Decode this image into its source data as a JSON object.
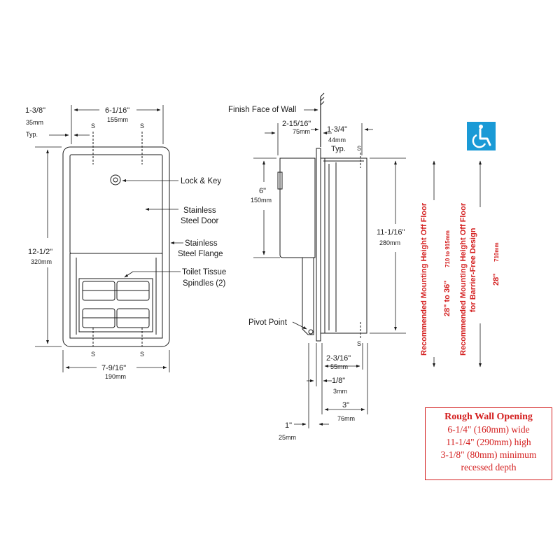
{
  "front": {
    "flange_offset": "1-3/8\"",
    "flange_offset_mm": "35mm",
    "typ": "Typ.",
    "top_width": "6-1/16\"",
    "top_width_mm": "155mm",
    "height": "12-1/2\"",
    "height_mm": "320mm",
    "bottom_width": "7-9/16\"",
    "bottom_width_mm": "190mm",
    "screw": "S"
  },
  "callouts": {
    "lock": "Lock & Key",
    "door_1": "Stainless",
    "door_2": "Steel Door",
    "flange_1": "Stainless",
    "flange_2": "Steel Flange",
    "spindles_1": "Toilet Tissue",
    "spindles_2": "Spindles (2)",
    "pivot": "Pivot Point",
    "wall": "Finish Face of Wall"
  },
  "side": {
    "depth_top": "2-15/16\"",
    "depth_top_mm": "75mm",
    "flange_depth": "1-3/4\"",
    "flange_depth_mm": "44mm",
    "typ": "Typ.",
    "door_h": "6\"",
    "door_h_mm": "150mm",
    "body_h": "11-1/16\"",
    "body_h_mm": "280mm",
    "front_depth": "2-3/16\"",
    "front_depth_mm": "55mm",
    "flange_thk": "1/8\"",
    "flange_thk_mm": "3mm",
    "recess": "3\"",
    "recess_mm": "76mm",
    "proj": "1\"",
    "proj_mm": "25mm",
    "screw": "S"
  },
  "mounting": {
    "std_1": "Recommended Mounting Height Off Floor",
    "std_2": "28\" to 36\"",
    "std_2_mm": "710 to 915mm",
    "bf_1": "Recommended Mounting Height Off Floor",
    "bf_2": "for Barrier-Free Design",
    "bf_3": "28\"",
    "bf_3_mm": "710mm"
  },
  "rough": {
    "title": "Rough Wall Opening",
    "line1": "6-1/4\" (160mm) wide",
    "line2": "11-1/4\" (290mm) high",
    "line3": "3-1/8\" (80mm) minimum",
    "line4": "recessed depth"
  },
  "colors": {
    "accent_red": "#d42020",
    "ada_blue": "#1a9ad6",
    "line": "#1a1a1a"
  },
  "icons": {
    "ada": "wheelchair-accessibility-icon"
  }
}
